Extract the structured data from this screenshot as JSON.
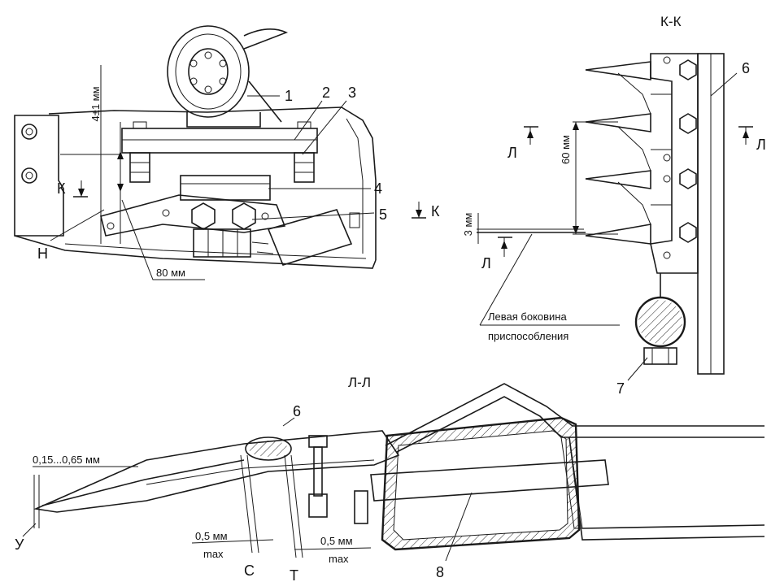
{
  "drawing": {
    "section_titles": {
      "kk": "К-К",
      "ll": "Л-Л"
    },
    "callouts": {
      "n1": "1",
      "n2": "2",
      "n3": "3",
      "n4": "4",
      "n5": "5",
      "n6_top": "6",
      "n6_mid": "6",
      "n7": "7",
      "n8": "8"
    },
    "letters": {
      "k_left": "К",
      "k_right": "К",
      "n": "Н",
      "l_top": "Л",
      "l_bottom": "Л",
      "l_edge": "Л",
      "u": "У",
      "s": "С",
      "t": "Т"
    },
    "dimensions": {
      "gap_4": "4±1 мм",
      "offset_80": "80 мм",
      "pitch_60": "60 мм",
      "offset_3": "3 мм",
      "gap_015_065": "0,15...0,65 мм",
      "gap_c": "0,5 мм",
      "gap_c_max": "max",
      "gap_t": "0,5 мм",
      "gap_t_max": "max"
    },
    "notes": {
      "left_side_line1": "Левая боковина",
      "left_side_line2": "приспособления"
    }
  }
}
